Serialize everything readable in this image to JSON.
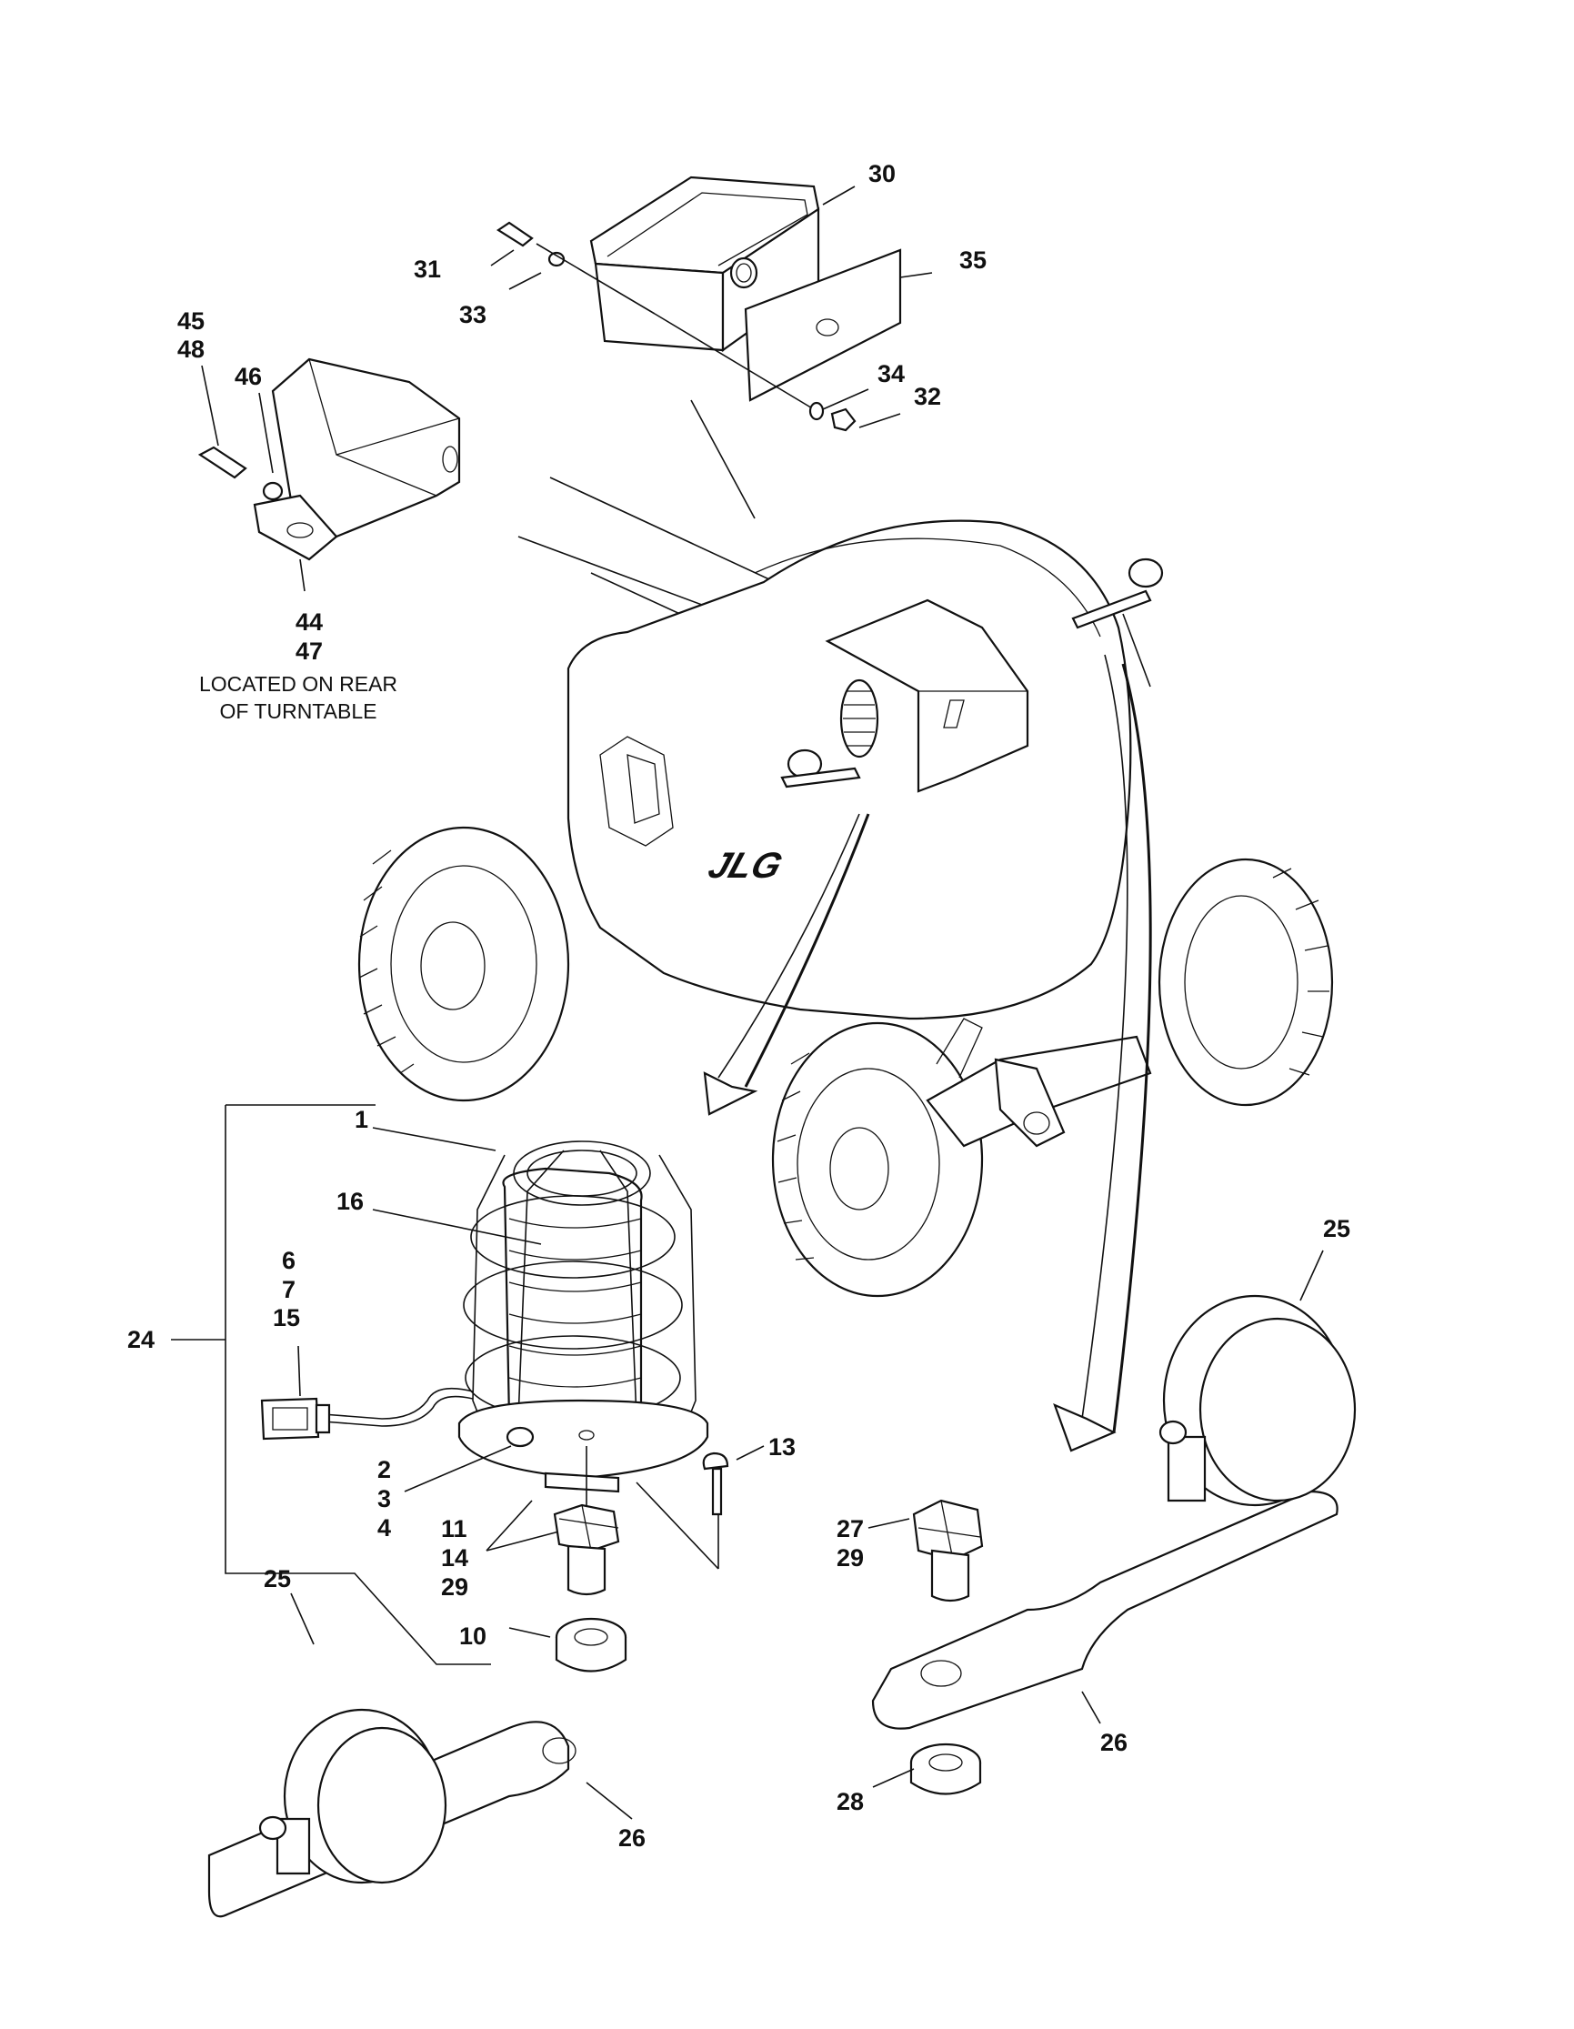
{
  "callouts": {
    "c30": "30",
    "c31": "31",
    "c33": "33",
    "c35": "35",
    "c34": "34",
    "c32": "32",
    "c45": "45",
    "c48": "48",
    "c46": "46",
    "c44": "44",
    "c47": "47",
    "c1": "1",
    "c16": "16",
    "c6": "6",
    "c7": "7",
    "c15": "15",
    "c24": "24",
    "c2": "2",
    "c3": "3",
    "c4": "4",
    "c13": "13",
    "c11": "11",
    "c14": "14",
    "c29a": "29",
    "c10": "10",
    "c25a": "25",
    "c26a": "26",
    "c25b": "25",
    "c27": "27",
    "c29b": "29",
    "c26b": "26",
    "c28": "28"
  },
  "note": {
    "line1": "LOCATED ON REAR",
    "line2": "OF TURNTABLE"
  },
  "logo_text": "JLG"
}
